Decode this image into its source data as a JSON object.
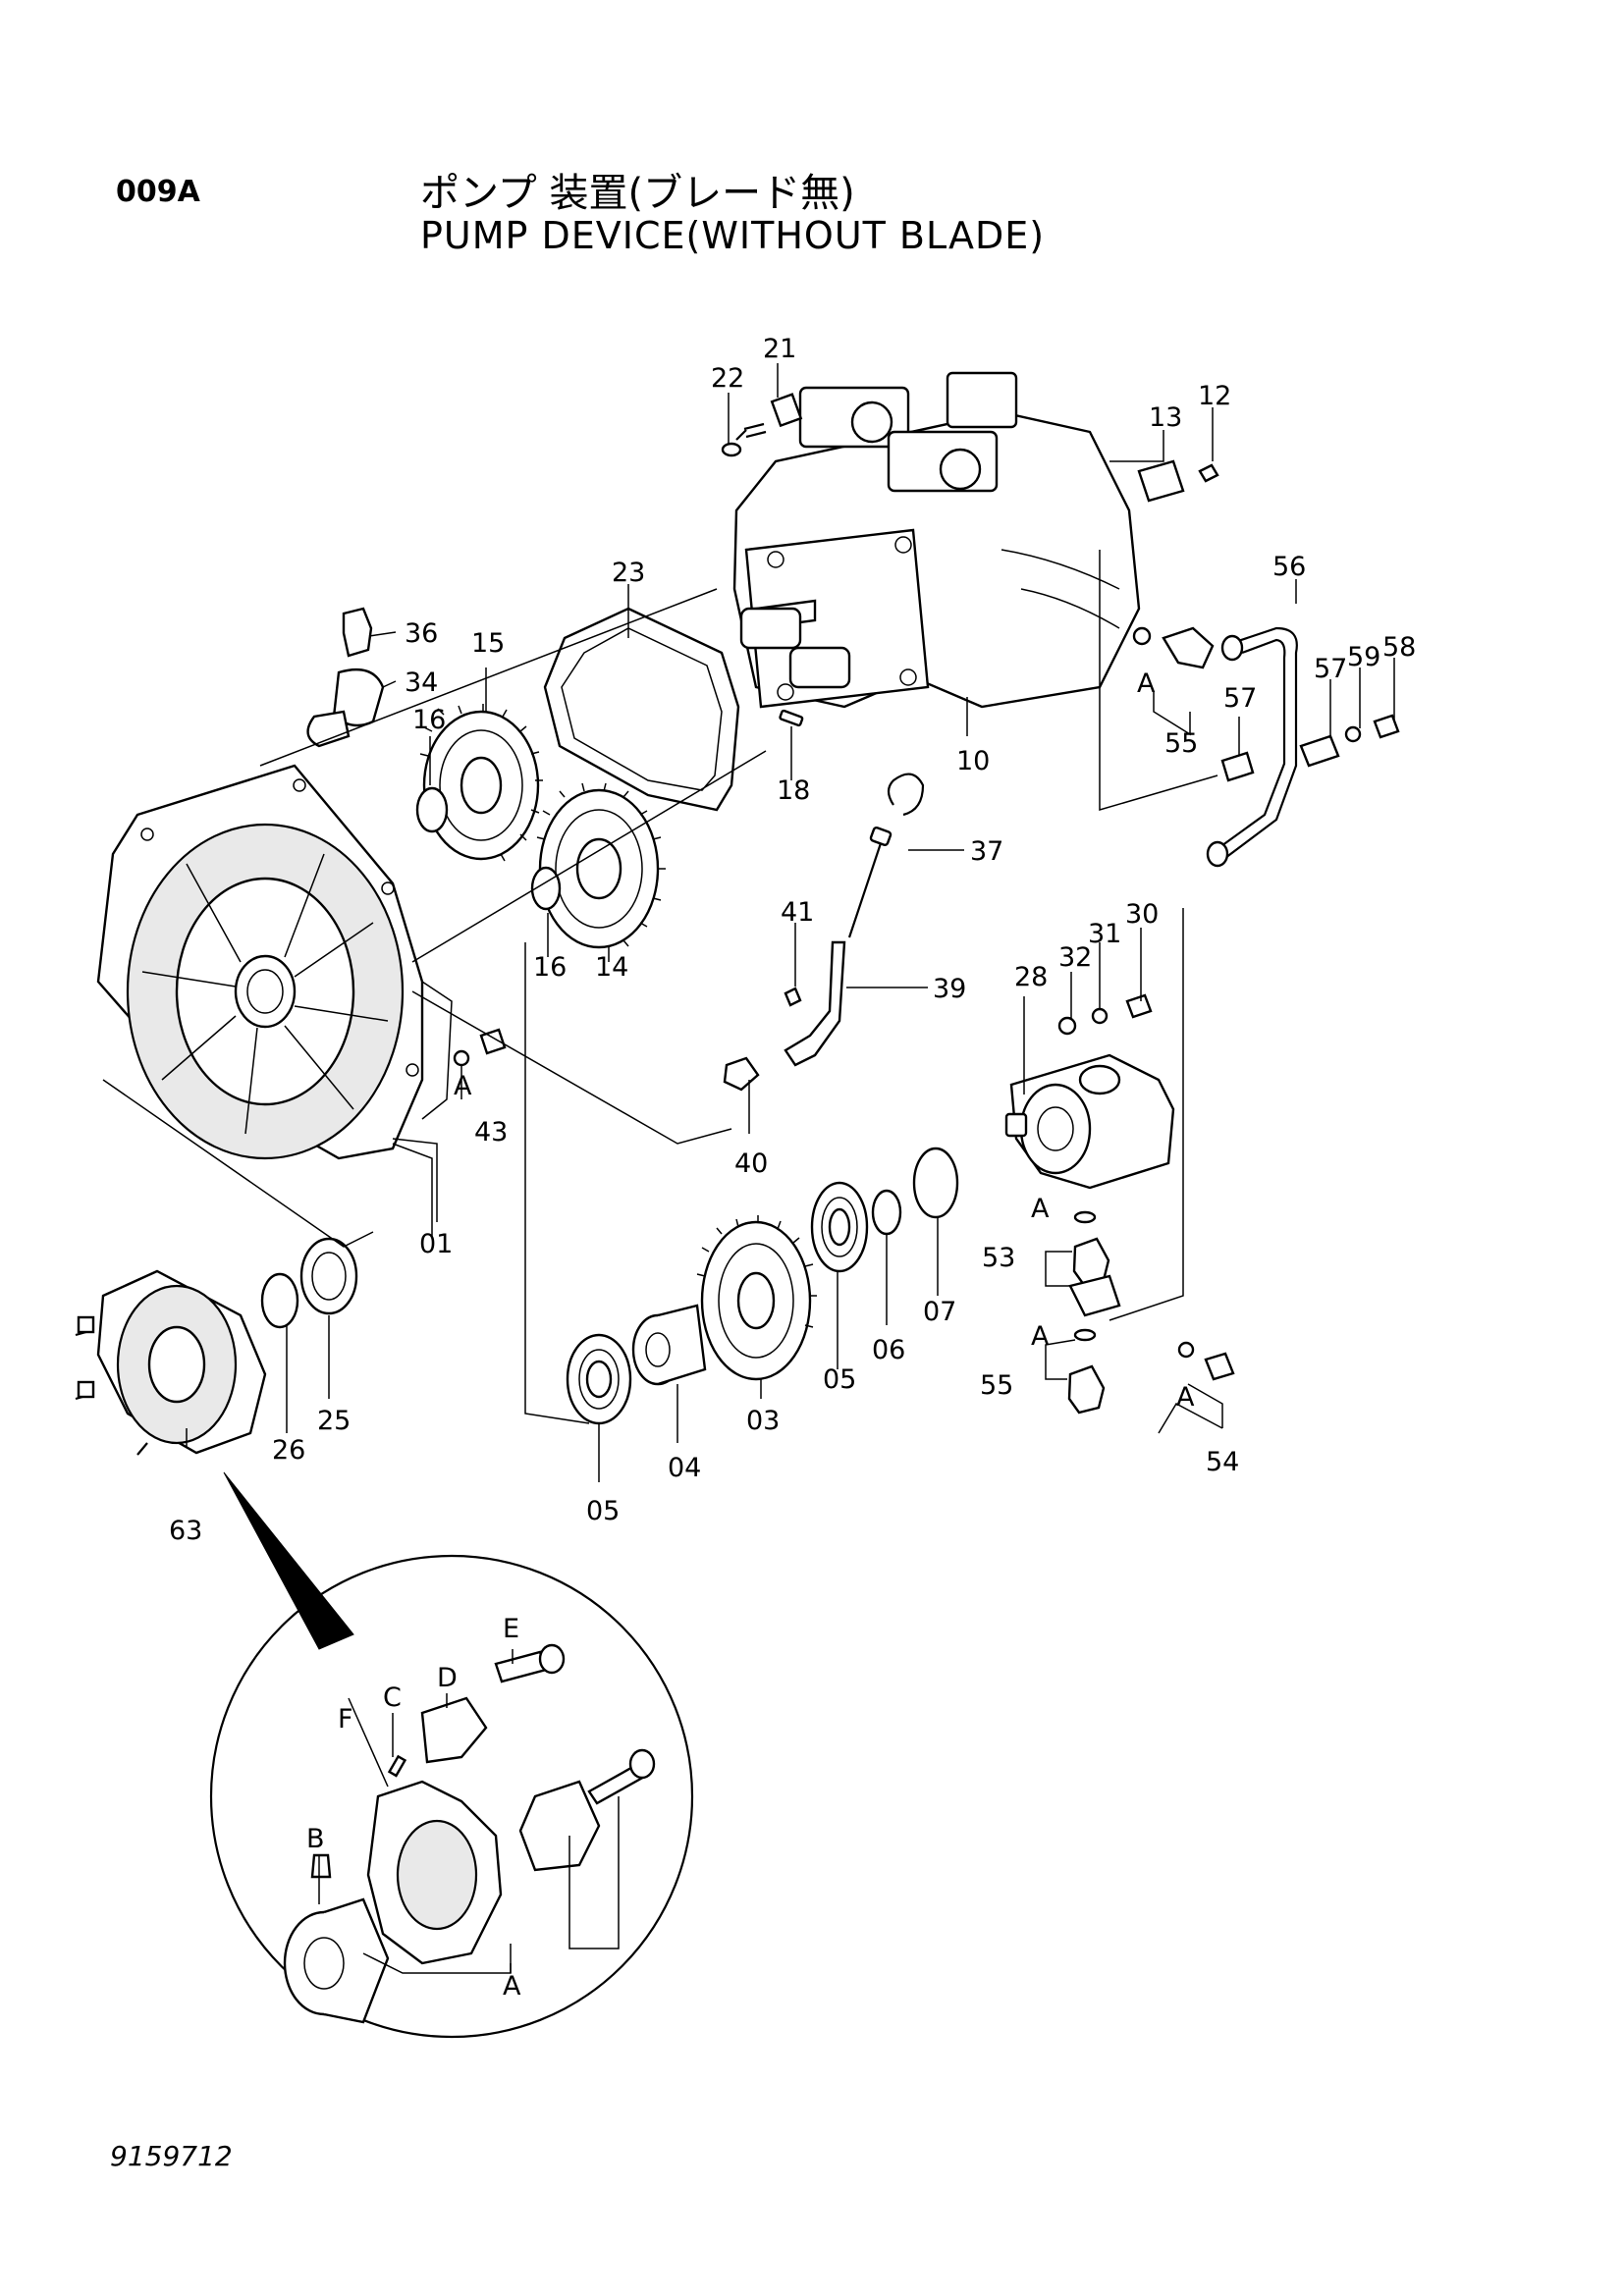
{
  "header": {
    "code": "009A",
    "title_jp": "ポンプ 装置(ブレード無)",
    "title_en": "PUMP DEVICE(WITHOUT BLADE)"
  },
  "footer": {
    "doc_number": "9159712"
  },
  "callouts": {
    "p01": "01",
    "p03": "03",
    "p04": "04",
    "p05a": "05",
    "p05b": "05",
    "p06": "06",
    "p07": "07",
    "p10": "10",
    "p12": "12",
    "p13": "13",
    "p14": "14",
    "p15": "15",
    "p16a": "16",
    "p16b": "16",
    "p18": "18",
    "p21": "21",
    "p22": "22",
    "p23": "23",
    "p25": "25",
    "p26": "26",
    "p28": "28",
    "p30": "30",
    "p31": "31",
    "p32": "32",
    "p34": "34",
    "p36": "36",
    "p37": "37",
    "p39": "39",
    "p40": "40",
    "p41": "41",
    "p43": "43",
    "p53": "53",
    "p54": "54",
    "p55a": "55",
    "p55b": "55",
    "p56": "56",
    "p57a": "57",
    "p57b": "57",
    "p58": "58",
    "p59": "59",
    "p63": "63"
  },
  "detail_labels": {
    "a1": "A",
    "a2": "A",
    "a3": "A",
    "a4": "A",
    "a5": "A",
    "a6": "A",
    "b": "B",
    "c": "C",
    "d": "D",
    "e": "E",
    "f": "F"
  }
}
